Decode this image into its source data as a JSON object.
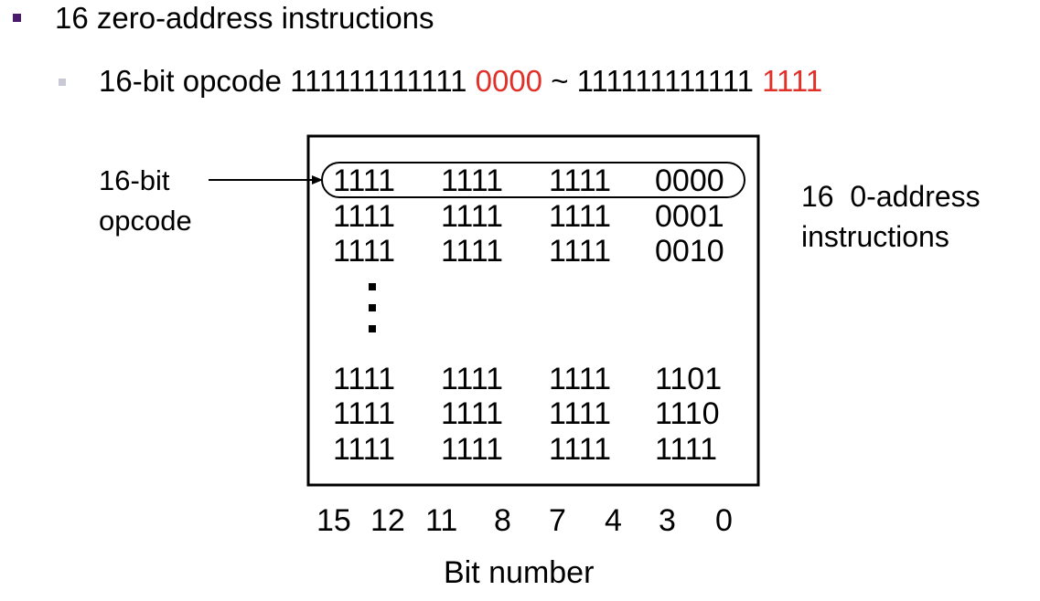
{
  "bullets": {
    "level1": {
      "text": "16 zero-address instructions",
      "color": "#4a1a6b"
    },
    "level2": {
      "prefix": "16-bit opcode 111111111111 ",
      "range_start": "0000",
      "separator": " ~ 111111111111 ",
      "range_end": "1111",
      "marker_color": "#c9c9d6",
      "highlight_color": "#e0302a"
    }
  },
  "diagram": {
    "pointer_label": [
      "16-bit",
      "opcode"
    ],
    "right_label": [
      "16  0-address",
      "instructions"
    ],
    "rows_top": [
      [
        "1111",
        "1111",
        "1111",
        "0000"
      ],
      [
        "1111",
        "1111",
        "1111",
        "0001"
      ],
      [
        "1111",
        "1111",
        "1111",
        "0010"
      ]
    ],
    "ellipsis": "⋮",
    "rows_bottom": [
      [
        "1111",
        "1111",
        "1111",
        "1101"
      ],
      [
        "1111",
        "1111",
        "1111",
        "1110"
      ],
      [
        "1111",
        "1111",
        "1111",
        "1111"
      ]
    ],
    "bit_numbers": [
      "15",
      "12",
      "11",
      "8",
      "7",
      "4",
      "3",
      "0"
    ],
    "axis_title": "Bit number"
  }
}
